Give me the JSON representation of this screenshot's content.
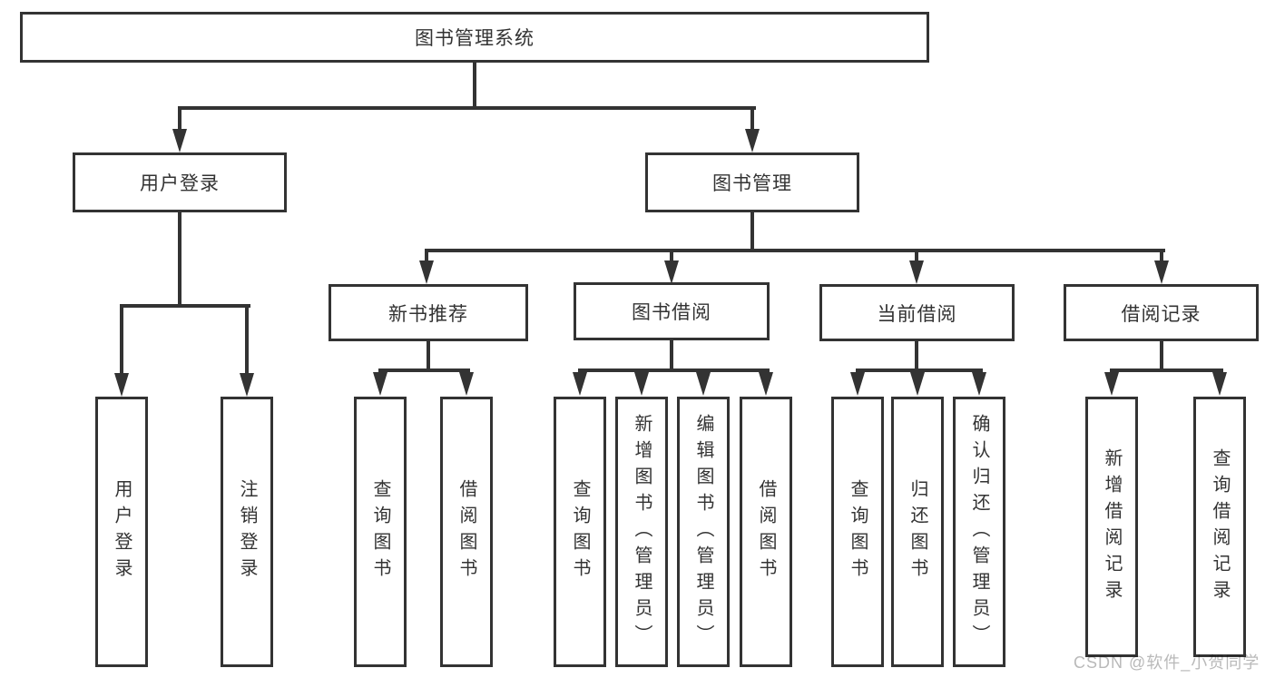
{
  "diagram": {
    "title_note": "functional structure tree",
    "root": {
      "label": "图书管理系统"
    },
    "level1": [
      {
        "id": "user-login",
        "label": "用户登录"
      },
      {
        "id": "book-management",
        "label": "图书管理"
      }
    ],
    "level2": [
      {
        "id": "new-book-recommend",
        "label": "新书推荐"
      },
      {
        "id": "book-borrow",
        "label": "图书借阅"
      },
      {
        "id": "current-borrow",
        "label": "当前借阅"
      },
      {
        "id": "borrow-record",
        "label": "借阅记录"
      }
    ],
    "leaves": {
      "user_login": [
        "用户登录",
        "注销登录"
      ],
      "new_book": [
        "查询图书",
        "借阅图书"
      ],
      "book_borrow": [
        "查询图书",
        "新增图书（管理员）",
        "编辑图书（管理员）",
        "借阅图书"
      ],
      "current_borrow": [
        "查询图书",
        "归还图书",
        "确认归还（管理员）"
      ],
      "borrow_record": [
        "新增借阅记录",
        "查询借阅记录"
      ]
    }
  },
  "watermark": "CSDN @软件_小贺同学",
  "colors": {
    "line": "#333333",
    "text": "#333333",
    "background": "#ffffff",
    "watermark": "#b9b9b9"
  }
}
